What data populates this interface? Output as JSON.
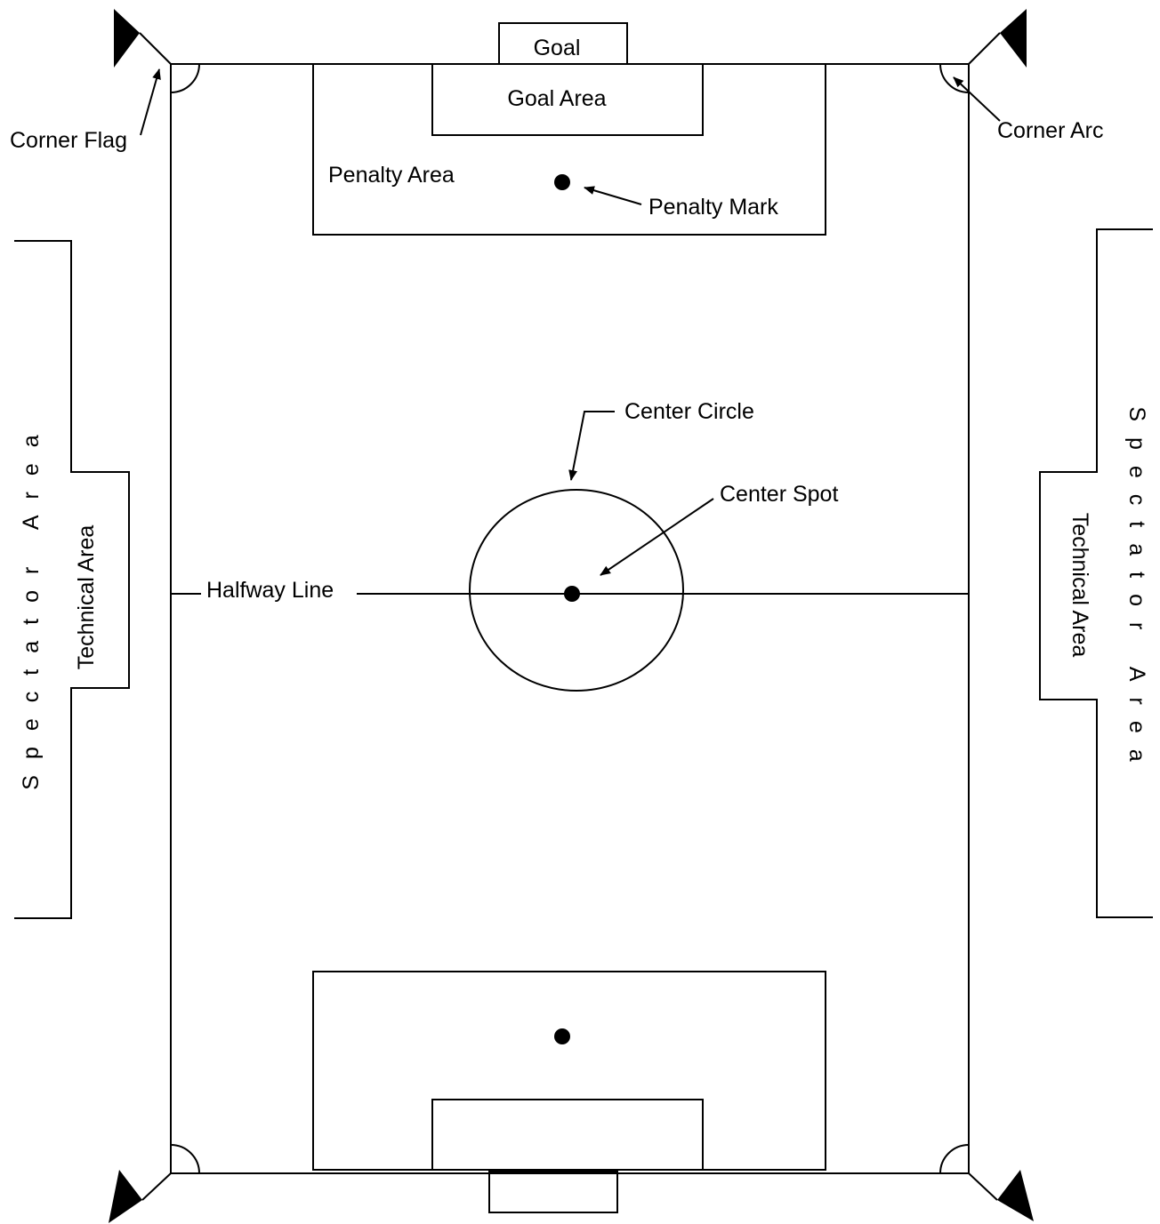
{
  "labels": {
    "goal": "Goal",
    "goal_area": "Goal Area",
    "penalty_area": "Penalty Area",
    "penalty_mark": "Penalty Mark",
    "corner_flag": "Corner Flag",
    "corner_arc": "Corner Arc",
    "center_circle": "Center Circle",
    "center_spot": "Center Spot",
    "halfway_line": "Halfway Line",
    "technical_area": "Technical Area",
    "spectator_area": "Spectator Area"
  },
  "colors": {
    "line": "#000000",
    "background": "#ffffff"
  }
}
